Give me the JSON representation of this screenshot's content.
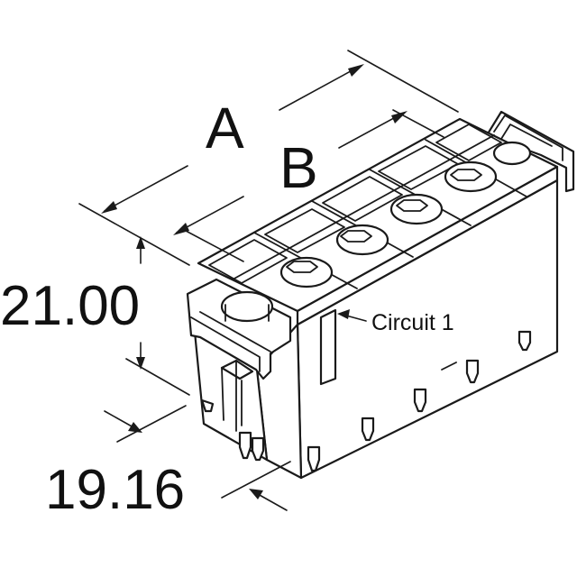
{
  "labels": {
    "dim_a": "A",
    "dim_b": "B",
    "height": "21.00",
    "depth": "19.16",
    "circuit": "Circuit 1"
  },
  "colors": {
    "line": "#1a1a1a",
    "background": "#ffffff"
  }
}
